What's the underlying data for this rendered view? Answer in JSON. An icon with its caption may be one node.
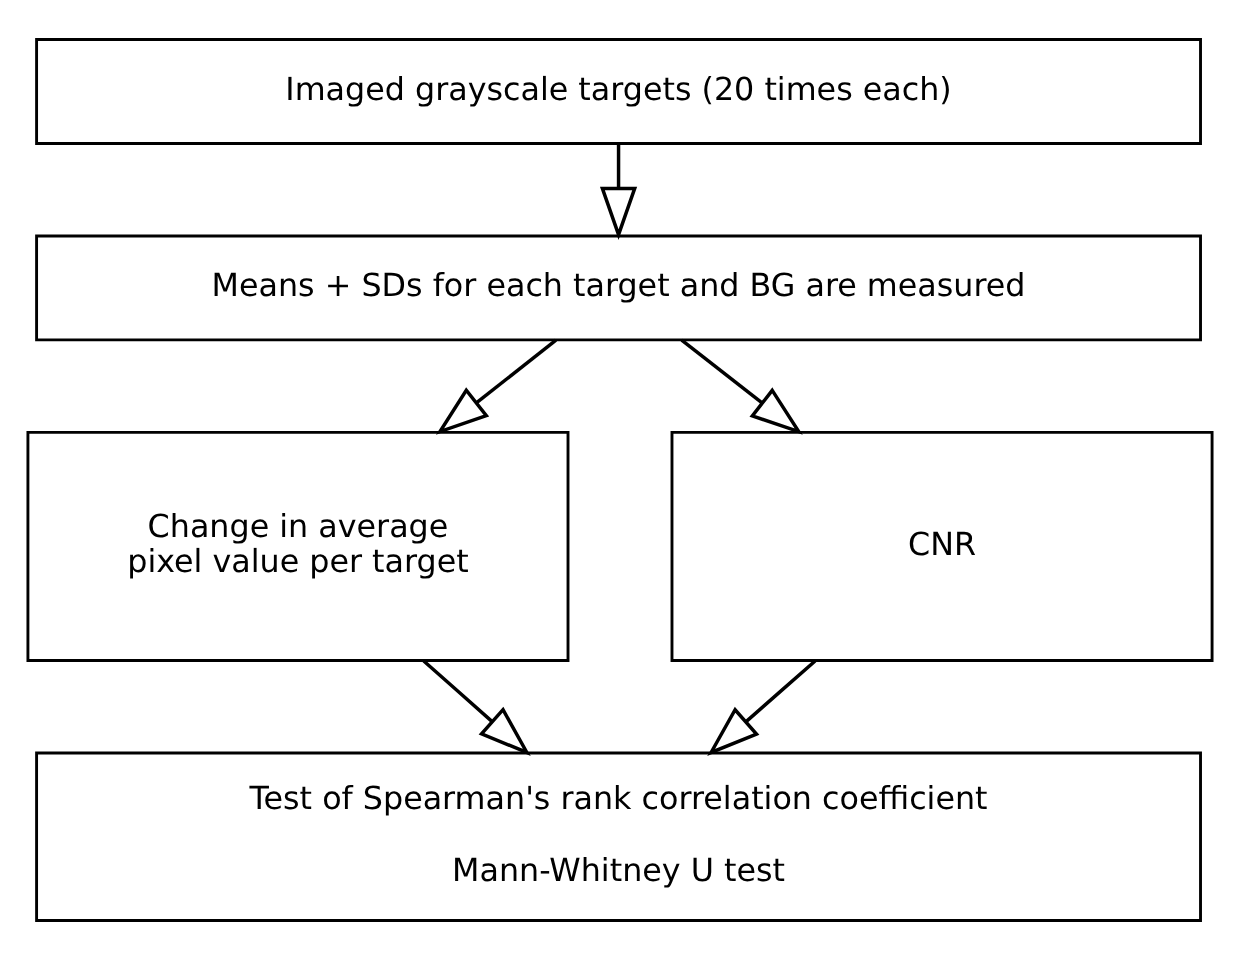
{
  "diagram": {
    "nodes": [
      {
        "text": [
          "Imaged grayscale targets (20 times each)"
        ]
      },
      {
        "text": [
          "Means + SDs for each target and BG are measured"
        ]
      },
      {
        "text": [
          "Change in average pixel value per target"
        ]
      },
      {
        "text": [
          "CNR"
        ]
      },
      {
        "text": [
          "Test of Spearman's rank correlation coefficient",
          "Mann-Whitney U test"
        ]
      }
    ],
    "edges": [
      {
        "from": 0,
        "to": 1,
        "arrow": "to"
      },
      {
        "from": 1,
        "to": 2,
        "arrow": "to"
      },
      {
        "from": 1,
        "to": 3,
        "arrow": "to"
      },
      {
        "from": 2,
        "to": 4,
        "arrow": "to"
      },
      {
        "from": 3,
        "to": 4,
        "arrow": "to"
      }
    ]
  }
}
